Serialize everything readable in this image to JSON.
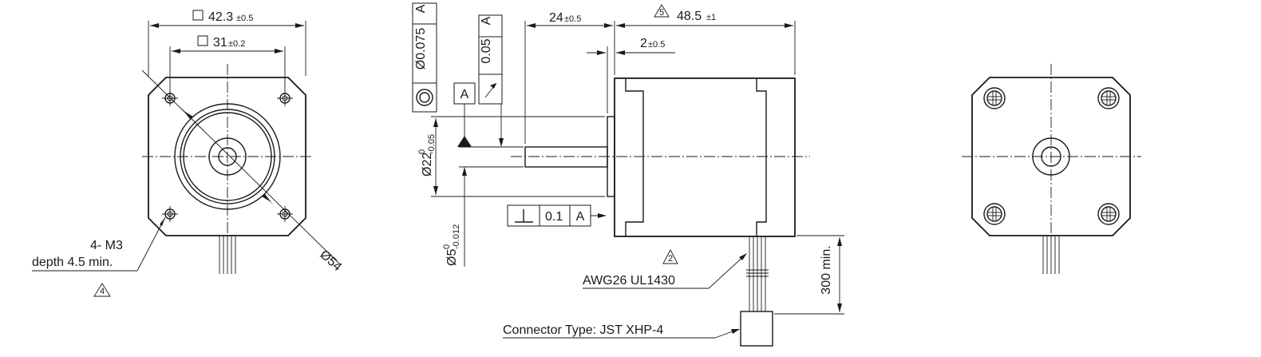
{
  "front_view": {
    "outer_size": "42.3",
    "outer_tol": "±0.5",
    "hole_spacing": "31",
    "hole_tol": "±0.2",
    "boss_diameter": "Ø54",
    "holes_note_line1": "4- M3",
    "holes_note_line2": "depth 4.5 min.",
    "note_tag": "4"
  },
  "side_view": {
    "datum_letter": "A",
    "concentricity_value": "Ø0.075",
    "concentricity_ref": "A",
    "runout_value": "0.05",
    "runout_ref": "A",
    "perpendicularity_value": "0.1",
    "perpendicularity_ref": "A",
    "shaft_length": "24",
    "shaft_length_tol": "±0.5",
    "body_length": "48.5",
    "body_length_tol": "±1",
    "body_length_tag": "5",
    "flange_height": "2",
    "flange_height_tol": "±0.5",
    "pilot_diameter": "Ø22",
    "pilot_tol_upper": "0",
    "pilot_tol_lower": "-0.05",
    "shaft_diameter": "Ø5",
    "shaft_tol_upper": "0",
    "shaft_tol_lower": "-0.012",
    "wire_spec": "AWG26  UL1430",
    "wire_tag": "2",
    "lead_length": "300 min.",
    "connector": "Connector Type:  JST XHP-4"
  },
  "rear_view": {
    "screws": 4
  }
}
